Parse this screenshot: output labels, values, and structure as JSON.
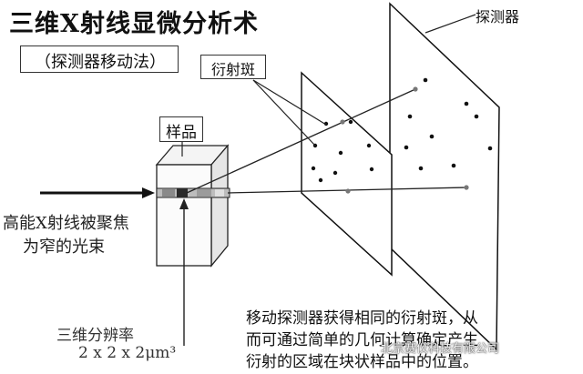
{
  "title": "三维X射线显微分析术",
  "subtitle": "（探测器移动法）",
  "sample_label": "样品",
  "diffraction_spots_label": "衍射斑",
  "detector_label": "探测器",
  "beam_label_line1": "高能X射线被聚焦",
  "beam_label_line2": "为窄的光束",
  "resolution_label": "三维分辨率",
  "resolution_value": "2 x 2 x 2μm³",
  "caption_line1": "移动探测器获得相同的衍射斑，从",
  "caption_line2": "而可通过简单的几何计算确定产生",
  "caption_line3": "衍射的区域在块状样品中的位置。",
  "watermark": "北京赛仪科技有限公司"
}
